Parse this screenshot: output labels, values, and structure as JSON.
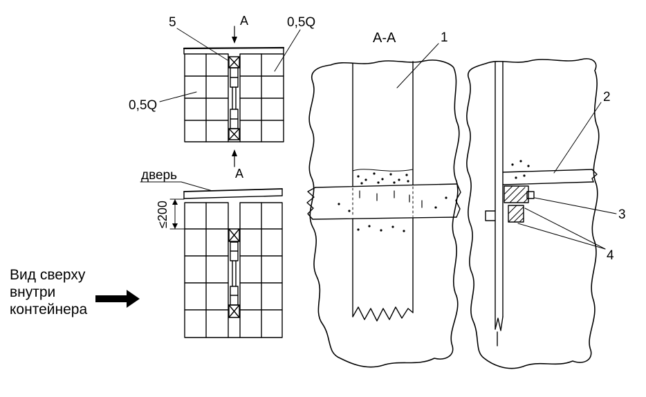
{
  "canvas": {
    "background": "#ffffff",
    "ink": "#000000"
  },
  "plan_view": {
    "callout_5": "5",
    "section_letter_top": "А",
    "section_letter_bottom": "А",
    "load_label_top": "0,5Q",
    "load_label_left": "0,5Q"
  },
  "door_view": {
    "door_label": "дверь",
    "dimension_label": "≤200"
  },
  "caption": {
    "line1": "Вид сверху",
    "line2": "внутри",
    "line3": "контейнера"
  },
  "section_view": {
    "title": "А-А",
    "callout_1": "1",
    "callout_2": "2",
    "callout_3": "3",
    "callout_4": "4"
  }
}
